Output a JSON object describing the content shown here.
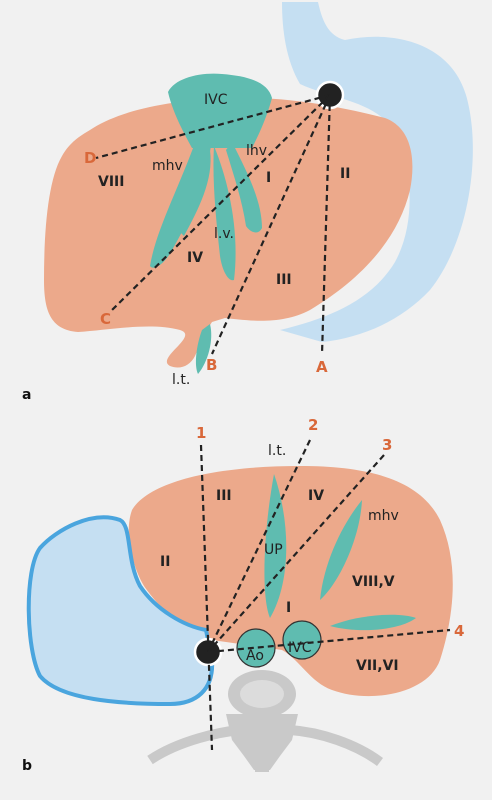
{
  "panel_a": {
    "panel_label": "a",
    "structures": {
      "ivc": "IVC",
      "mhv": "mhv",
      "lhv": "lhv",
      "lv": "l.v.",
      "lt": "l.t."
    },
    "segments": {
      "viii": "VIII",
      "i": "I",
      "ii": "II",
      "iv": "IV",
      "iii": "III"
    },
    "lines": {
      "d": "D",
      "c": "C",
      "b": "B",
      "a": "A"
    }
  },
  "panel_b": {
    "panel_label": "b",
    "structures": {
      "lt": "l.t.",
      "up": "UP",
      "mhv": "mhv",
      "ao": "Ao",
      "ivc": "IVC"
    },
    "segments": {
      "iii": "III",
      "iv": "IV",
      "ii": "II",
      "i": "I",
      "viii_v": "VIII,V",
      "vii_vi": "VII,VI"
    },
    "lines": {
      "one": "1",
      "two": "2",
      "three": "3",
      "four": "4"
    }
  },
  "colors": {
    "liver": "#eca98b",
    "vessel": "#5fbcb0",
    "stomach": "#c5dff2",
    "stomach_outline": "#4aa5de",
    "accent_label": "#d9683a",
    "vertebra": "#c9c9c9"
  }
}
